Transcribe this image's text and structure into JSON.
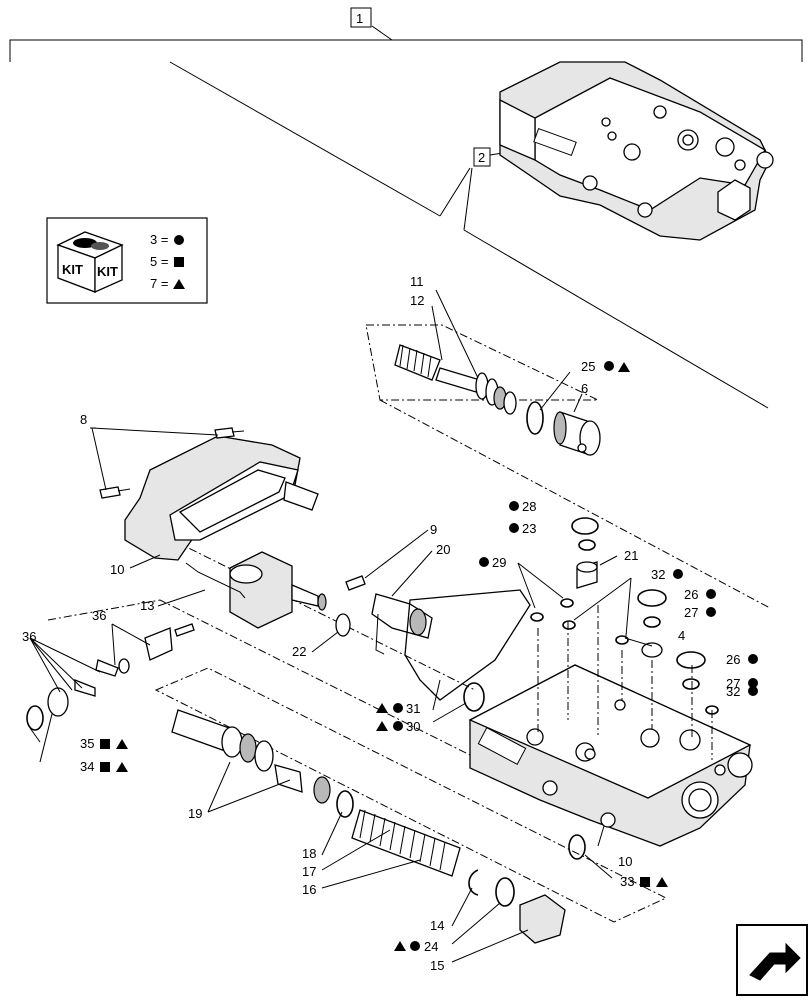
{
  "diagram": {
    "header_ref": "1",
    "body_ref": "2",
    "kit_box": {
      "badge_label_1": "KIT",
      "badge_label_2": "KIT",
      "entries": [
        {
          "num": "3 =",
          "symbol": "circle"
        },
        {
          "num": "5 =",
          "symbol": "square"
        },
        {
          "num": "7 =",
          "symbol": "triangle"
        }
      ]
    },
    "callouts": {
      "c4": "4",
      "c6": "6",
      "c8": "8",
      "c9": "9",
      "c10a": "10",
      "c10b": "10",
      "c11": "11",
      "c12": "12",
      "c13": "13",
      "c14": "14",
      "c15": "15",
      "c16": "16",
      "c17": "17",
      "c18": "18",
      "c19": "19",
      "c20": "20",
      "c21": "21",
      "c22": "22",
      "c23": "23",
      "c24": "24",
      "c25": "25",
      "c26a": "26",
      "c26b": "26",
      "c27a": "27",
      "c27b": "27",
      "c28": "28",
      "c29": "29",
      "c30": "30",
      "c31": "31",
      "c32a": "32",
      "c32b": "32",
      "c33": "33",
      "c34": "34",
      "c35": "35",
      "c36a": "36",
      "c36b": "36"
    },
    "nav_icon": "next-page-arrow-icon"
  }
}
